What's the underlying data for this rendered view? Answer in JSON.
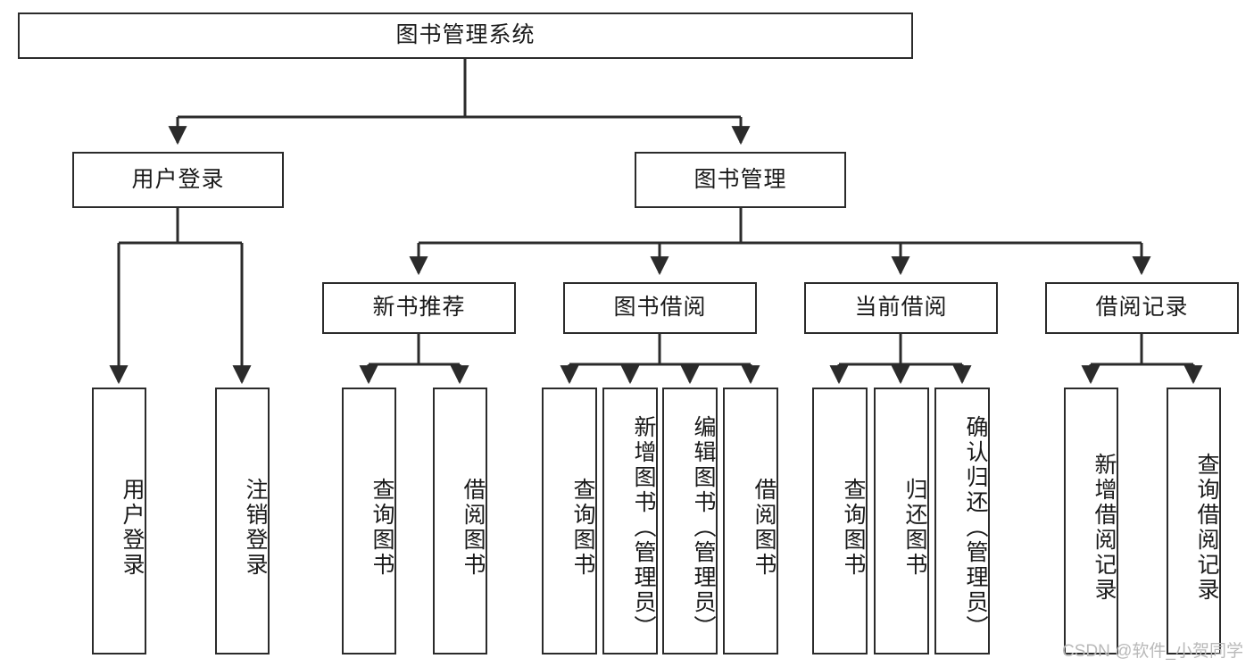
{
  "diagram": {
    "title": "图书管理系统",
    "watermark": "CSDN @软件_小贺同学",
    "colors": {
      "box_border": "#2b2b2b",
      "connector": "#2b2b2b",
      "background": "#ffffff",
      "text": "#1a1a1a",
      "watermark": "#b9b9b9"
    },
    "root": {
      "label": "图书管理系统"
    },
    "level2": [
      {
        "label": "用户登录"
      },
      {
        "label": "图书管理"
      }
    ],
    "level3": [
      {
        "label": "新书推荐"
      },
      {
        "label": "图书借阅"
      },
      {
        "label": "当前借阅"
      },
      {
        "label": "借阅记录"
      }
    ],
    "leaves": {
      "user_login": [
        {
          "label": "用户登录"
        },
        {
          "label": "注销登录"
        }
      ],
      "new_book_recommend": [
        {
          "label": "查询图书"
        },
        {
          "label": "借阅图书"
        }
      ],
      "book_borrow": [
        {
          "label": "查询图书"
        },
        {
          "label": "新增图书（管理员）"
        },
        {
          "label": "编辑图书（管理员）"
        },
        {
          "label": "借阅图书"
        }
      ],
      "current_borrow": [
        {
          "label": "查询图书"
        },
        {
          "label": "归还图书"
        },
        {
          "label": "确认归还（管理员）"
        }
      ],
      "borrow_record": [
        {
          "label": "新增借阅记录"
        },
        {
          "label": "查询借阅记录"
        }
      ]
    }
  }
}
